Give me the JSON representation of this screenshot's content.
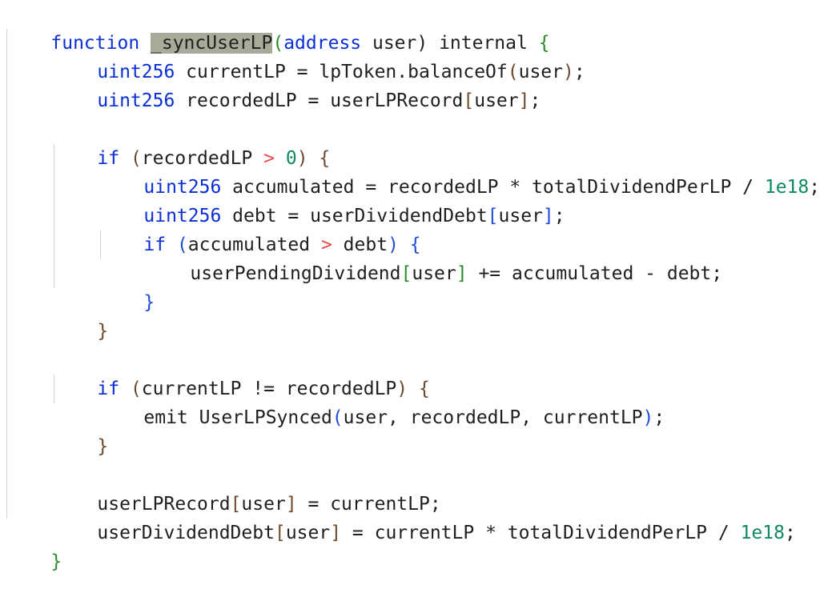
{
  "code": {
    "l1": {
      "kw_function": "function ",
      "fn_name": "_syncUserLP",
      "open_paren": "(",
      "kw_address": "address",
      "param": " user) internal ",
      "open_brace": "{"
    },
    "l2": {
      "type": "uint256",
      "rest": " currentLP = lpToken.balanceOf",
      "open": "(",
      "arg": "user",
      "close": ")",
      "semi": ";"
    },
    "l3": {
      "type": "uint256",
      "rest": " recordedLP = userLPRecord",
      "open": "[",
      "arg": "user",
      "close": "]",
      "semi": ";"
    },
    "l5": {
      "kw_if": "if ",
      "open": "(",
      "cond": "recordedLP ",
      "op": ">",
      "sp": " ",
      "num": "0",
      "close": ")",
      "sp2": " ",
      "brace": "{"
    },
    "l6": {
      "type": "uint256",
      "rest": " accumulated = recordedLP * totalDividendPerLP / ",
      "num": "1e18",
      "semi": ";"
    },
    "l7": {
      "type": "uint256",
      "rest": " debt = userDividendDebt",
      "open": "[",
      "arg": "user",
      "close": "]",
      "semi": ";"
    },
    "l8": {
      "kw_if": "if ",
      "open": "(",
      "cond": "accumulated ",
      "op": ">",
      "cond2": " debt",
      "close": ")",
      "sp": " ",
      "brace": "{"
    },
    "l9": {
      "name": "userPendingDividend",
      "open": "[",
      "arg": "user",
      "close": "]",
      "rest": " += accumulated - debt;"
    },
    "l10": {
      "brace": "}"
    },
    "l11": {
      "brace": "}"
    },
    "l13": {
      "kw_if": "if ",
      "open": "(",
      "cond": "currentLP != recordedLP",
      "close": ")",
      "sp": " ",
      "brace": "{"
    },
    "l14": {
      "emit": "emit UserLPSynced",
      "open": "(",
      "args": "user, recordedLP, currentLP",
      "close": ")",
      "semi": ";"
    },
    "l15": {
      "brace": "}"
    },
    "l17": {
      "name": "userLPRecord",
      "open": "[",
      "arg": "user",
      "close": "]",
      "rest": " = currentLP;"
    },
    "l18": {
      "name": "userDividendDebt",
      "open": "[",
      "arg": "user",
      "close": "]",
      "rest": " = currentLP * totalDividendPerLP / ",
      "num": "1e18",
      "semi": ";"
    },
    "l19": {
      "brace": "}"
    }
  },
  "colors": {
    "keyword": "#0b2fd6",
    "operator": "#e24a4a",
    "number": "#0e8a5f",
    "bracket_level1": "#6e4a2f",
    "bracket_level2": "#2b8a2b",
    "bracket_level3": "#1f4ed8",
    "highlight": "#a9ab9a"
  }
}
